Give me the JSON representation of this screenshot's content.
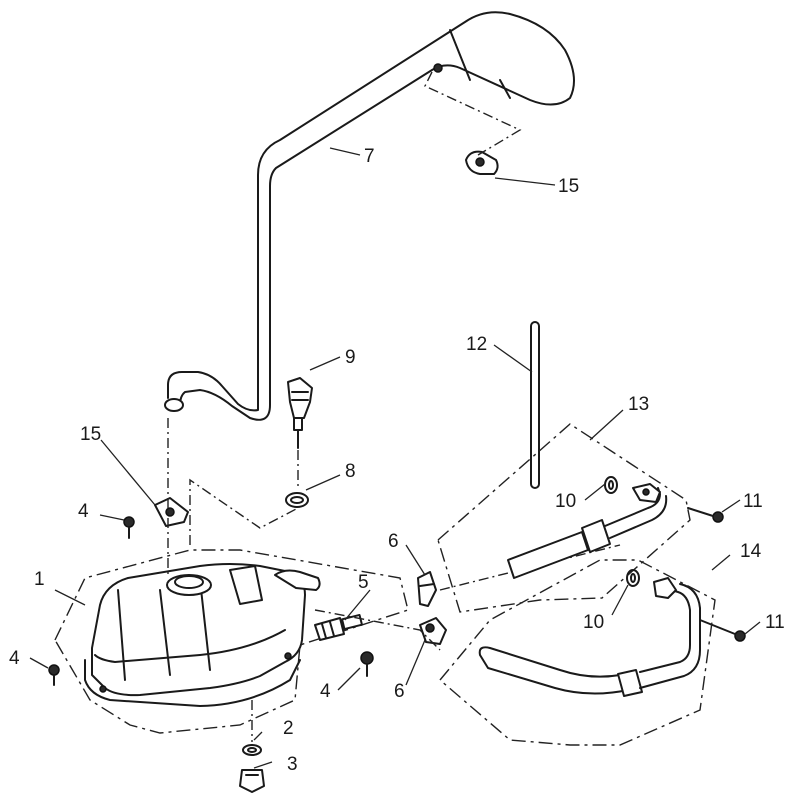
{
  "callouts": {
    "p1": "1",
    "p2": "2",
    "p3": "3",
    "p4a": "4",
    "p4b": "4",
    "p4c": "4",
    "p5": "5",
    "p6a": "6",
    "p6b": "6",
    "p7": "7",
    "p8": "8",
    "p9": "9",
    "p10a": "10",
    "p10b": "10",
    "p11a": "11",
    "p11b": "11",
    "p12": "12",
    "p13": "13",
    "p14": "14",
    "p15a": "15",
    "p15b": "15"
  }
}
